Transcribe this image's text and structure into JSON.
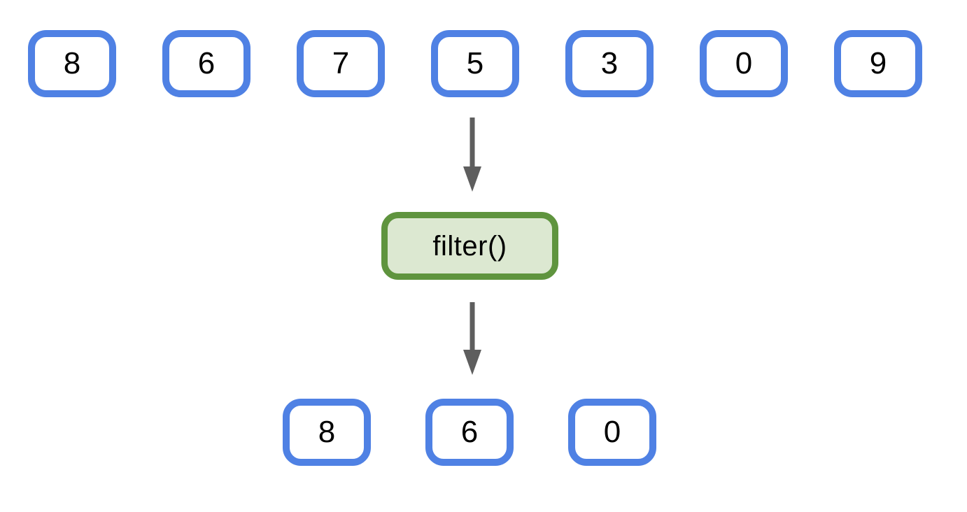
{
  "diagram": {
    "input_row": {
      "values": [
        "8",
        "6",
        "7",
        "5",
        "3",
        "0",
        "9"
      ]
    },
    "operation": {
      "label": "filter()"
    },
    "output_row": {
      "values": [
        "8",
        "6",
        "0"
      ]
    },
    "arrows": [
      {
        "icon": "down-arrow"
      },
      {
        "icon": "down-arrow"
      }
    ],
    "colors": {
      "value_box_border": "#4F81E4",
      "value_box_fill": "#FFFFFF",
      "operation_border": "#5F943E",
      "operation_fill": "#DCE8D1",
      "arrow": "#5E5E5E",
      "text": "#000000",
      "background": "#FFFFFF"
    }
  }
}
